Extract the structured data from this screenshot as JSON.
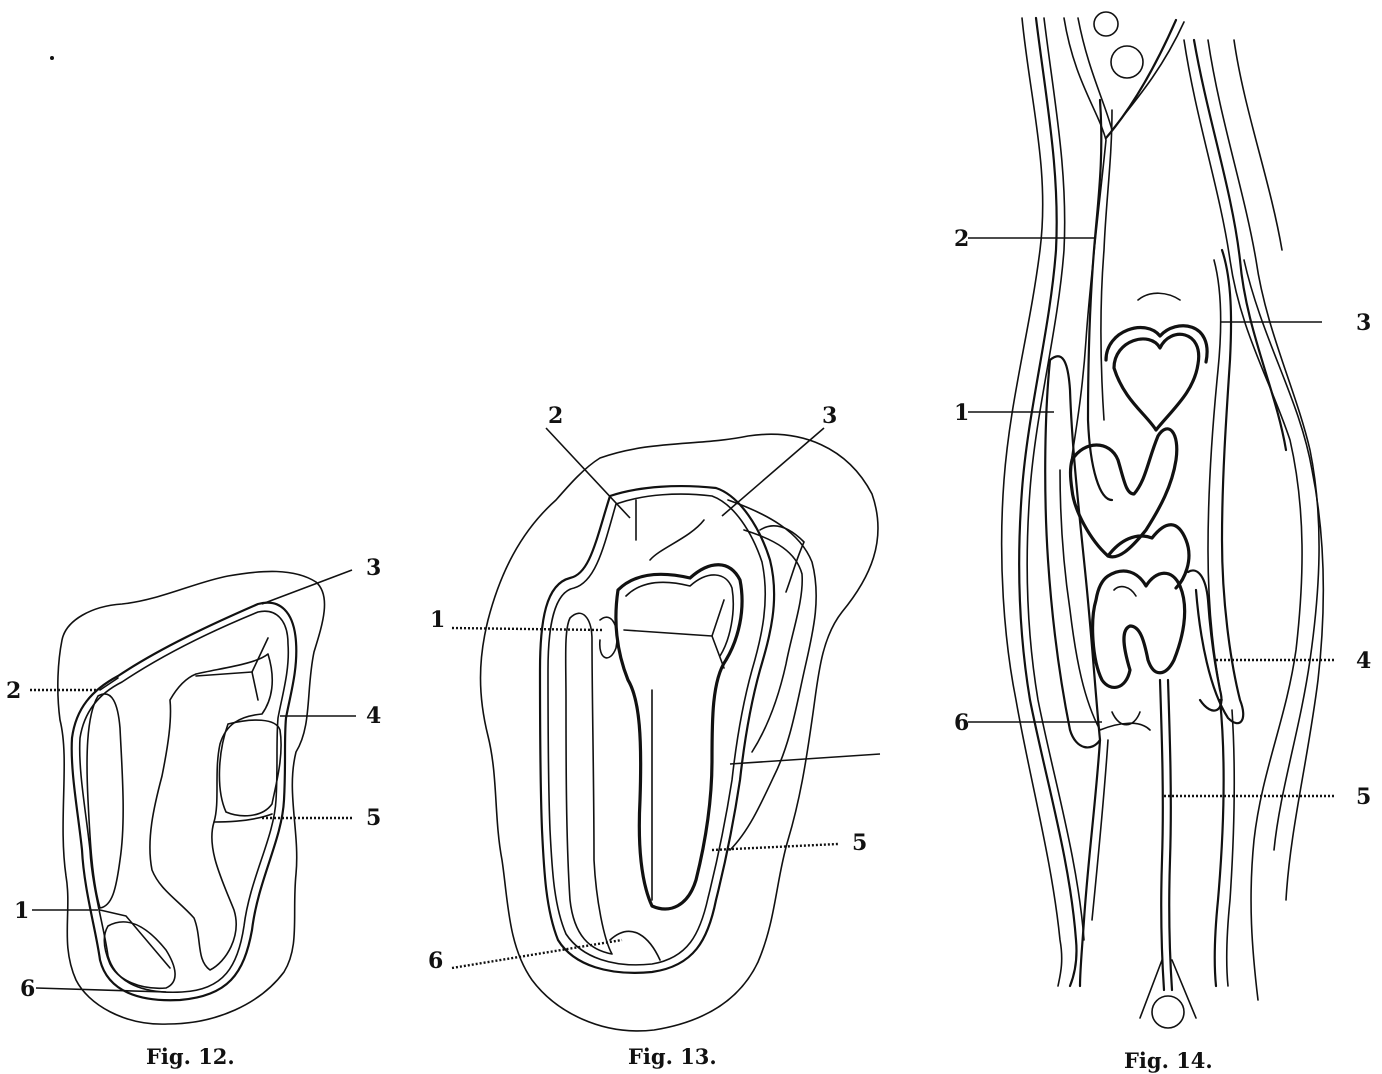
{
  "figures": [
    {
      "caption": "Fig. 12.",
      "labels": {
        "l1": "1",
        "l2": "2",
        "l3": "3",
        "l4": "4",
        "l5": "5",
        "l6": "6"
      }
    },
    {
      "caption": "Fig. 13.",
      "labels": {
        "l1": "1",
        "l2": "2",
        "l3": "3",
        "l5": "5",
        "l6": "6"
      }
    },
    {
      "caption": "Fig. 14.",
      "labels": {
        "l1": "1",
        "l2": "2",
        "l3": "3",
        "l4": "4",
        "l5": "5",
        "l6": "6"
      }
    }
  ]
}
